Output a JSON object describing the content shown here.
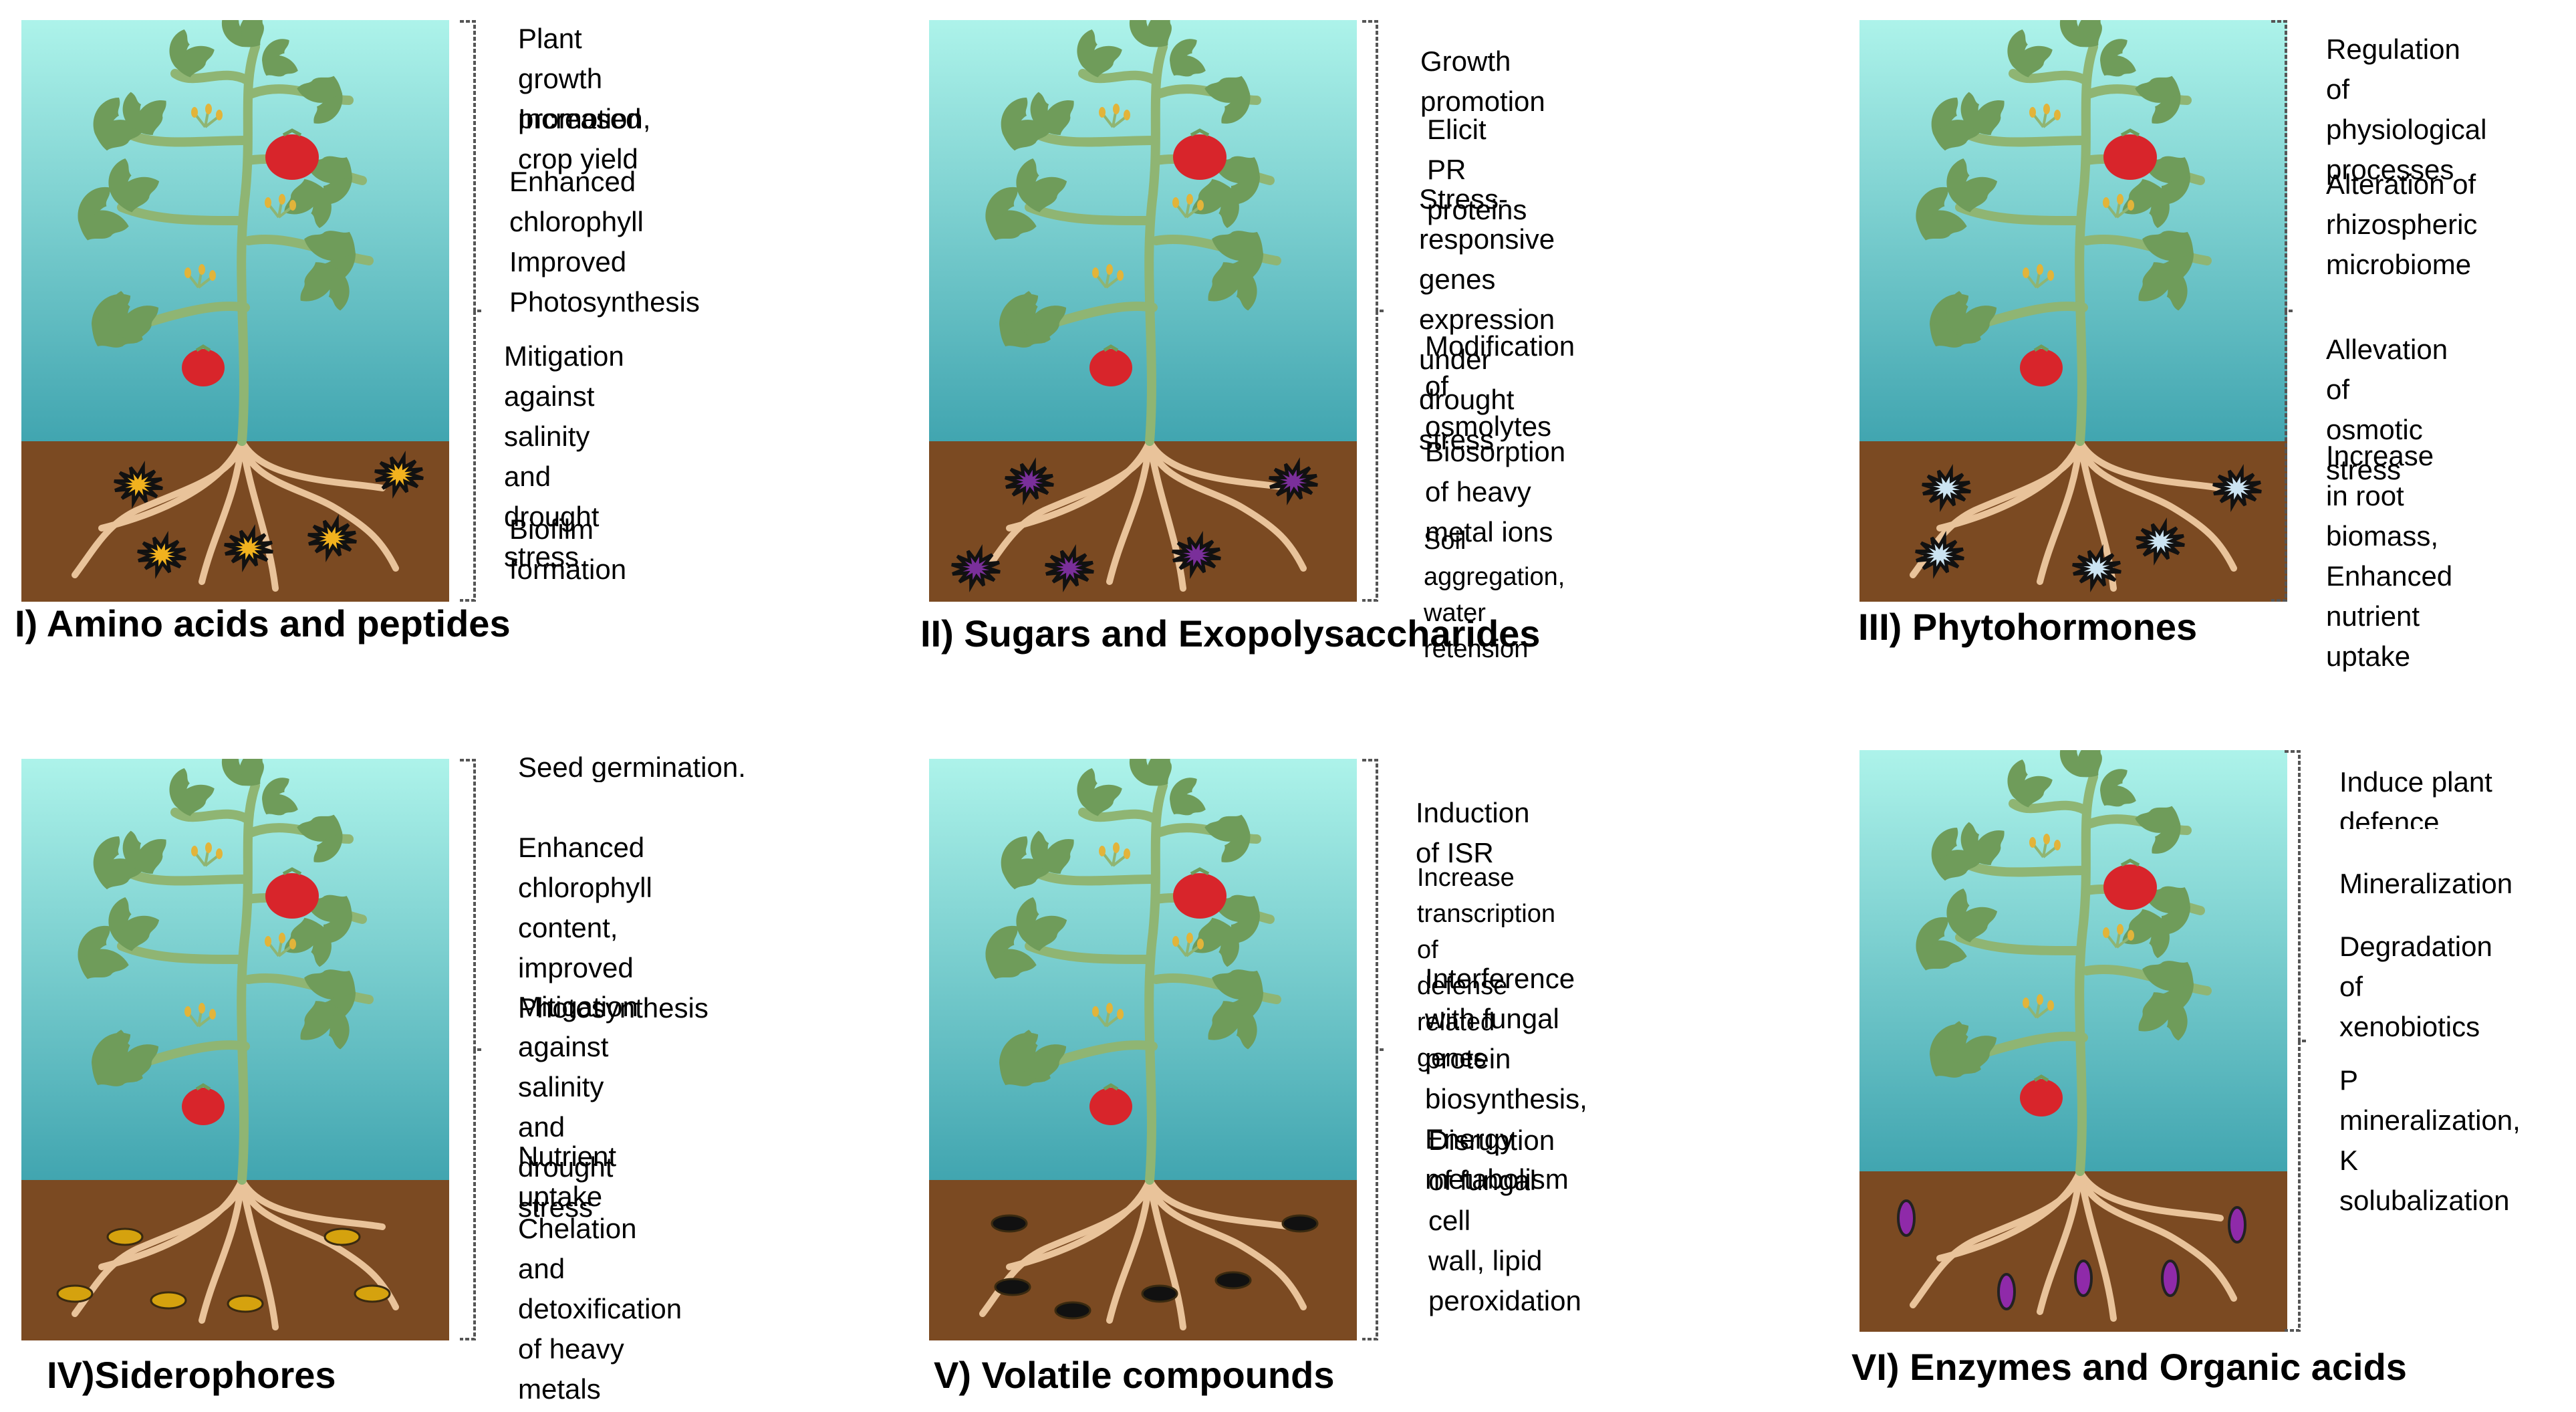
{
  "colors": {
    "sky_top": "#adf3ea",
    "sky_bottom": "#41a5b0",
    "soil": "#7b4a22",
    "stem": "#8fb573",
    "leaf": "#6f9c5a",
    "tomato": "#d8252b",
    "root": "#e9c39a",
    "bracket": "#555555"
  },
  "panels": [
    {
      "caption": "I) Amino acids and peptides",
      "marker": "spiky-orange",
      "effects": [
        "Plant growth promotion,",
        "Increased crop yield",
        "Enhanced chlorophyll\nImproved\nPhotosynthesis",
        "Mitigation against\nsalinity and drought\nstress",
        "Biofilm formation"
      ]
    },
    {
      "caption": "II) Sugars and Exopolysaccharides",
      "marker": "spiky-purple",
      "effects": [
        "Growth promotion",
        "Elicit PR proteins",
        "Stress-responsive\ngenes  expression\nunder drought stress",
        "Modification of\nosmolytes",
        "Biosorption of heavy\nmetal ions",
        "Soil aggregation, water\nretension"
      ]
    },
    {
      "caption": "III) Phytohormones",
      "marker": "spiky-lightblue",
      "effects": [
        "Regulation of\nphysiological\nprocesses",
        "Alteration of\nrhizospheric\nmicrobiome",
        "Allevation of\nosmotic stress",
        "Increase in root\nbiomass,\nEnhanced nutrient\nuptake"
      ]
    },
    {
      "caption": "IV)Siderophores",
      "marker": "disc-gold",
      "effects": [
        "Seed germination.",
        "Enhanced chlorophyll\ncontent, improved\nPhotosynthesis",
        "Mitigation against\nsalinity and drought\nstress",
        "Nutrient uptake",
        "Chelation and\ndetoxification of heavy\nmetals"
      ]
    },
    {
      "caption": "V) Volatile compounds",
      "marker": "disc-black",
      "effects": [
        "Induction of ISR",
        "Increase transcription of\ndefense related genes",
        "Interference with fungal\nprotein biosynthesis,\nEnergy metabolism",
        "Disruption of fungal cell\n wall, lipid peroxidation"
      ]
    },
    {
      "caption": "VI) Enzymes and Organic acids",
      "marker": "oval-purple",
      "effects": [
        "Induce plant\ndefence",
        "Mineralization",
        "Degradation of\nxenobiotics",
        "P mineralization,\nK solubalization"
      ]
    }
  ]
}
